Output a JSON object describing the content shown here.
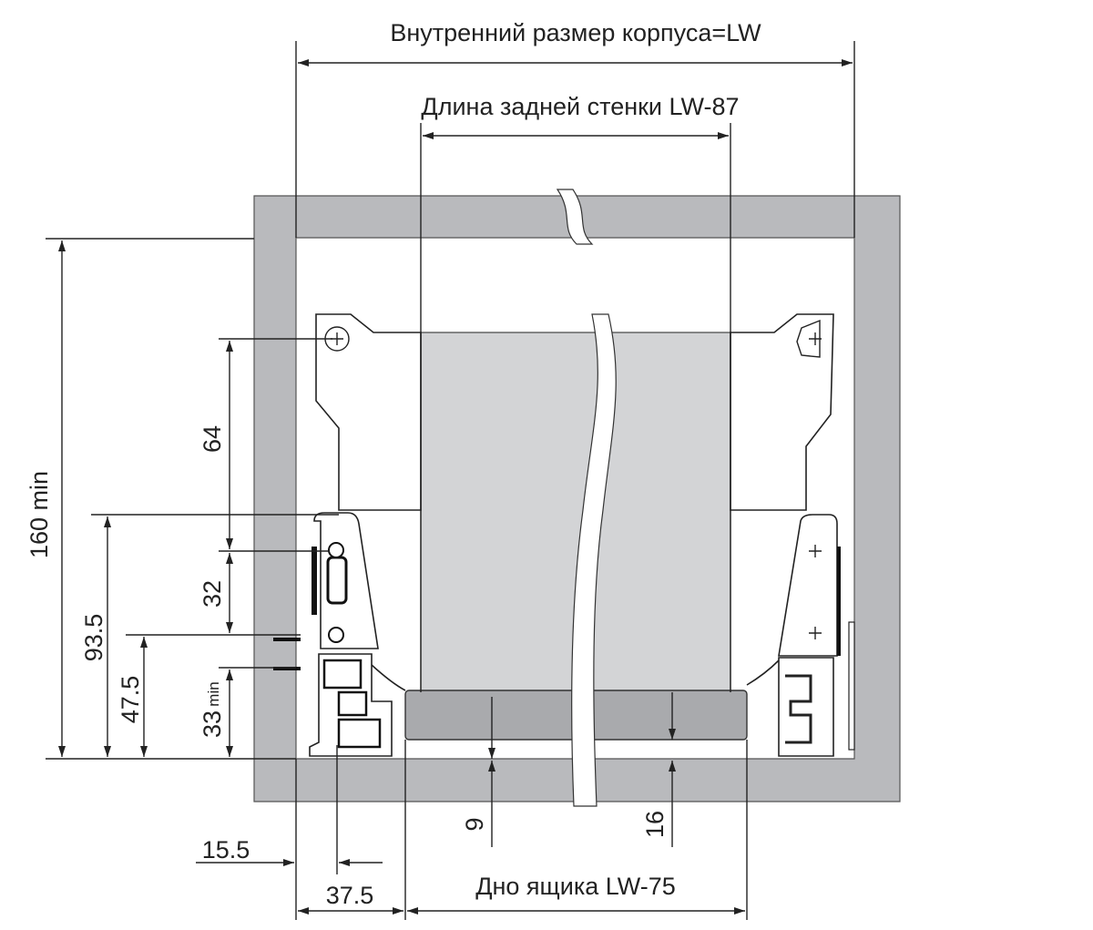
{
  "title_inner_width": "Внутренний размер корпуса=LW",
  "title_back_wall": "Длина задней стенки  LW-87",
  "title_bottom": "Дно ящика  LW-75",
  "dimensions": {
    "height_min": "160 min",
    "d_93_5": "93.5",
    "d_47_5": "47.5",
    "d_64": "64",
    "d_32": "32",
    "d_33": "33",
    "d_33_suffix": "min",
    "d_15_5": "15.5",
    "d_37_5": "37.5",
    "d_9": "9",
    "d_16": "16"
  },
  "colors": {
    "cabinet": "#b9babd",
    "back_wall": "#d3d4d6",
    "bottom": "#a9aaad"
  }
}
